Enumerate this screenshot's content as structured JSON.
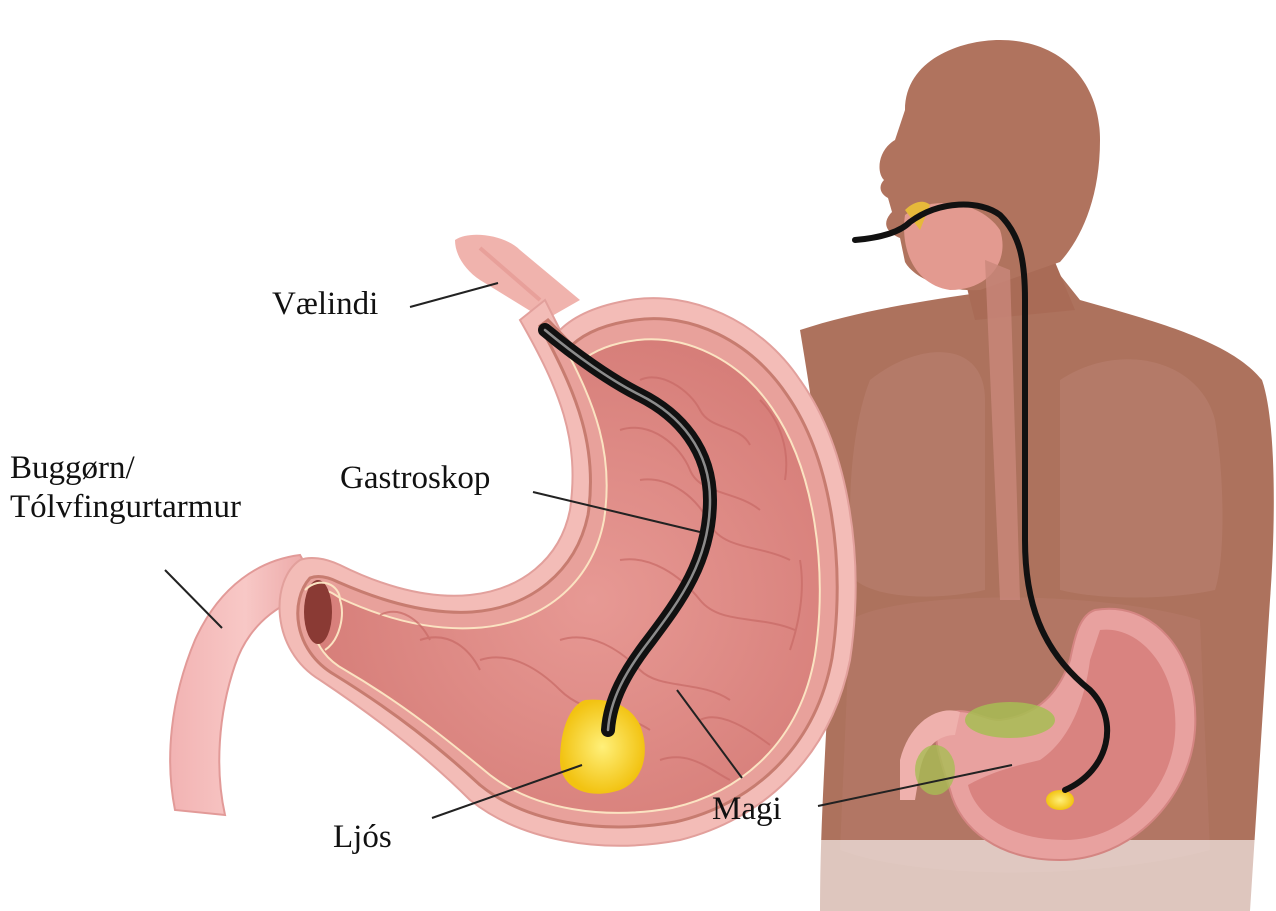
{
  "diagram": {
    "labels": {
      "esophagus": "Vælindi",
      "duodenum_line1": "Buggørn/",
      "duodenum_line2": "Tólvfingurtarmur",
      "gastroscope": "Gastroskop",
      "light": "Ljós",
      "stomach": "Magi"
    },
    "colors": {
      "skin": "#b0735e",
      "skin_light": "#c48a74",
      "stomach_outer": "#f0b6b3",
      "stomach_wall": "#e59a93",
      "stomach_inner": "#d9817c",
      "mucosa_fold": "#c86a66",
      "scope": "#111111",
      "light": "#f4d21c",
      "leader": "#222222"
    }
  }
}
